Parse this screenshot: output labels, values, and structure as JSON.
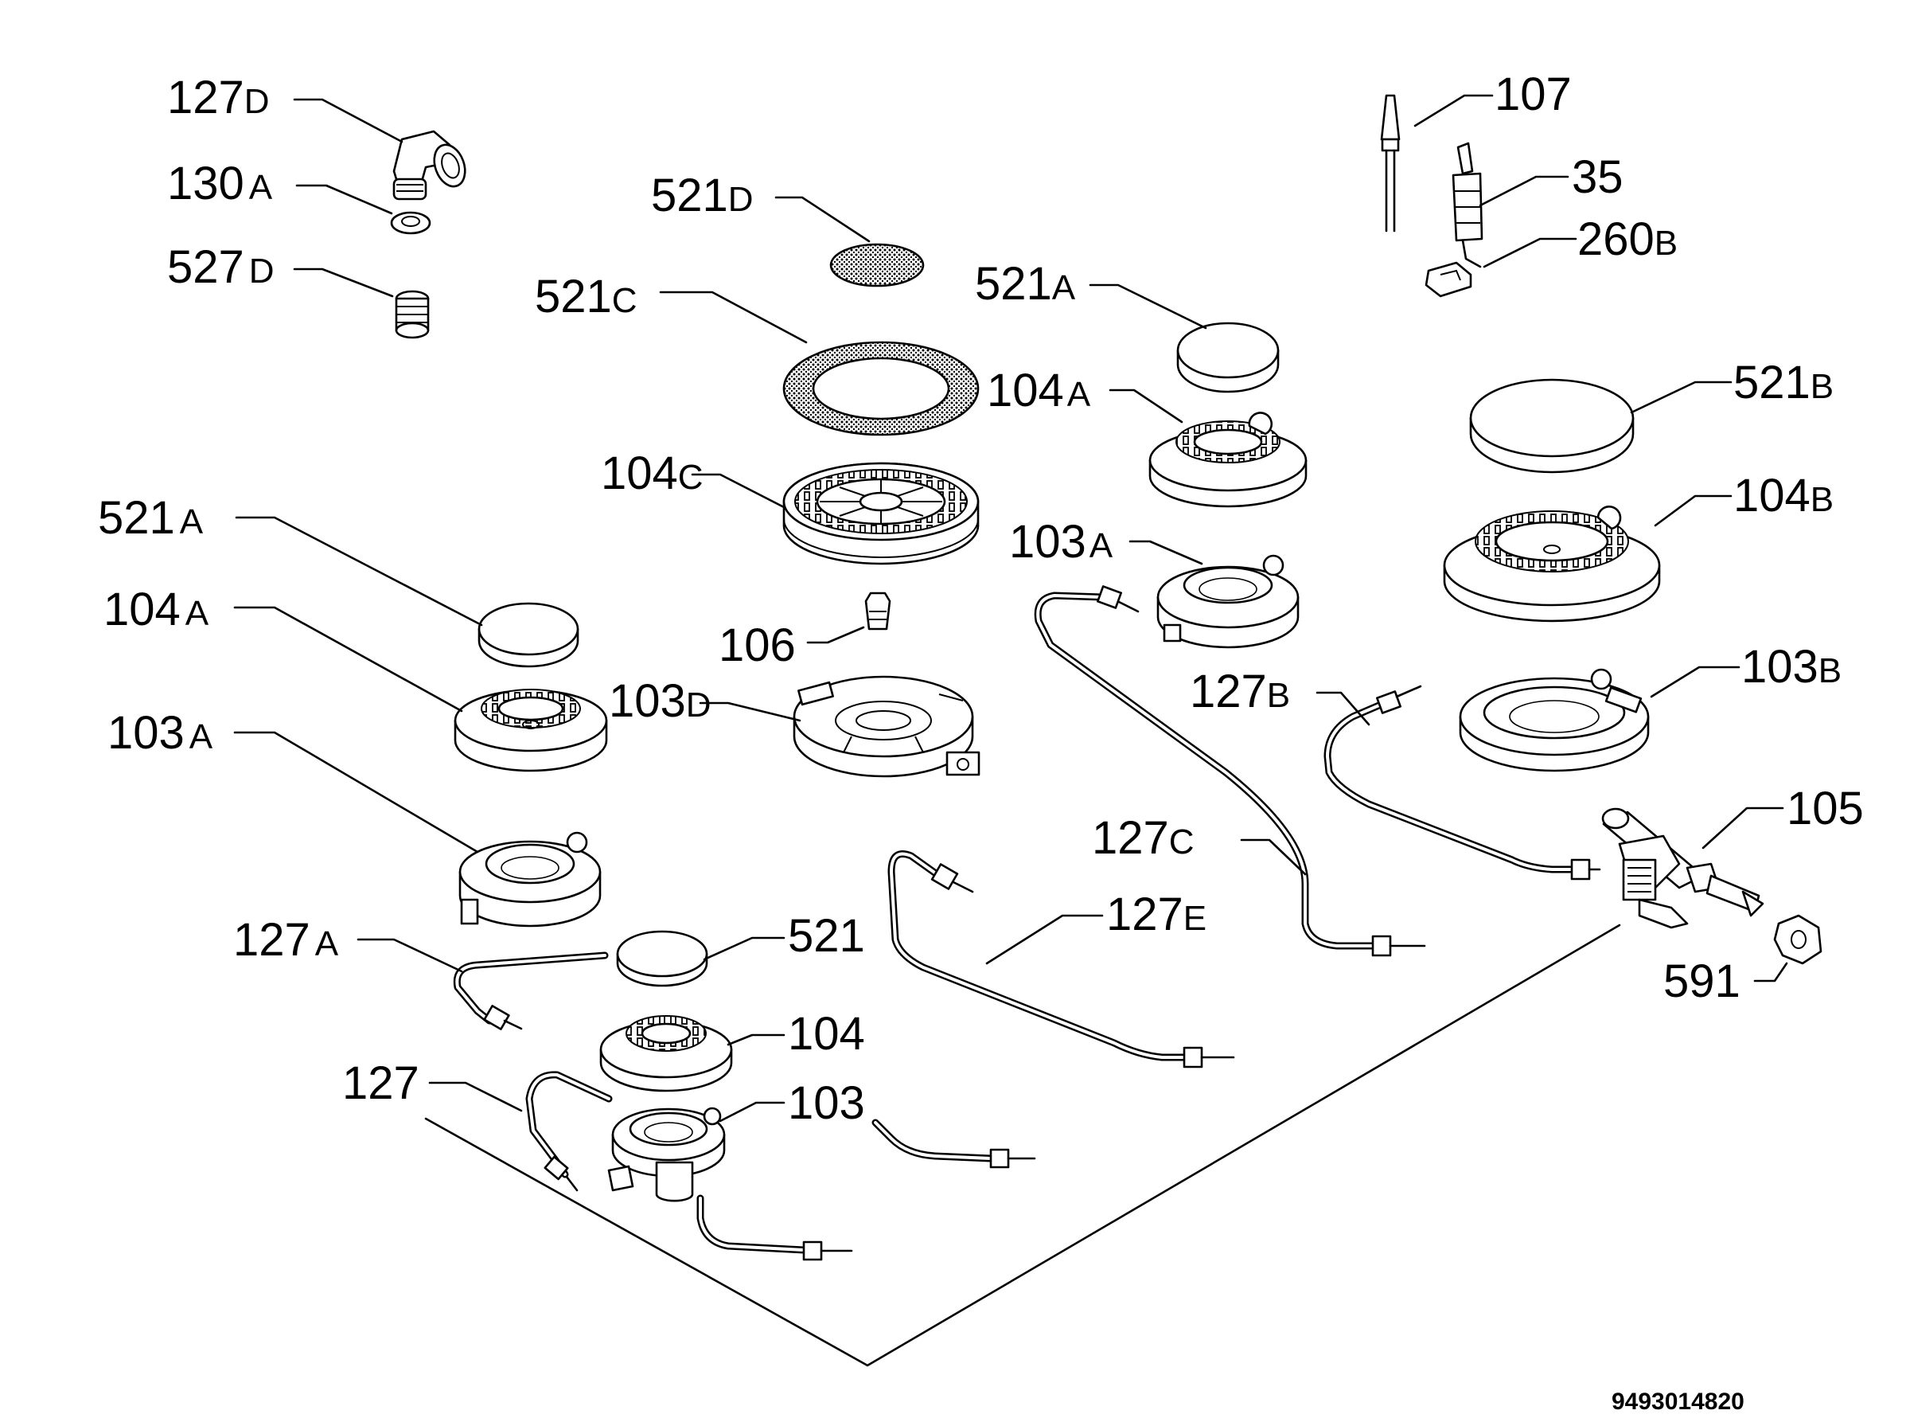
{
  "labels": {
    "l127d": {
      "num": "127",
      "suf": "D"
    },
    "l130a": {
      "num": "130",
      "suf": "A"
    },
    "l527d": {
      "num": "527",
      "suf": "D"
    },
    "l521d": {
      "num": "521",
      "suf": "D"
    },
    "l521c": {
      "num": "521",
      "suf": "C"
    },
    "l104c": {
      "num": "104",
      "suf": "C"
    },
    "l521a_left": {
      "num": "521",
      "suf": "A"
    },
    "l104a_left": {
      "num": "104",
      "suf": "A"
    },
    "l103a_left": {
      "num": "103",
      "suf": "A"
    },
    "l106": {
      "num": "106",
      "suf": ""
    },
    "l103d": {
      "num": "103",
      "suf": "D"
    },
    "l127a": {
      "num": "127",
      "suf": "A"
    },
    "l521": {
      "num": "521",
      "suf": ""
    },
    "l104": {
      "num": "104",
      "suf": ""
    },
    "l127": {
      "num": "127",
      "suf": ""
    },
    "l103": {
      "num": "103",
      "suf": ""
    },
    "l127e": {
      "num": "127",
      "suf": "E"
    },
    "l521a_mid": {
      "num": "521",
      "suf": "A"
    },
    "l104a_mid": {
      "num": "104",
      "suf": "A"
    },
    "l103a_mid": {
      "num": "103",
      "suf": "A"
    },
    "l127b": {
      "num": "127",
      "suf": "B"
    },
    "l127c": {
      "num": "127",
      "suf": "C"
    },
    "l107": {
      "num": "107",
      "suf": ""
    },
    "l35": {
      "num": "35",
      "suf": ""
    },
    "l260b": {
      "num": "260",
      "suf": "B"
    },
    "l521b": {
      "num": "521",
      "suf": "B"
    },
    "l104b": {
      "num": "104",
      "suf": "B"
    },
    "l103b": {
      "num": "103",
      "suf": "B"
    },
    "l105": {
      "num": "105",
      "suf": ""
    },
    "l591": {
      "num": "591",
      "suf": ""
    }
  },
  "drawing_code": "9493014820"
}
